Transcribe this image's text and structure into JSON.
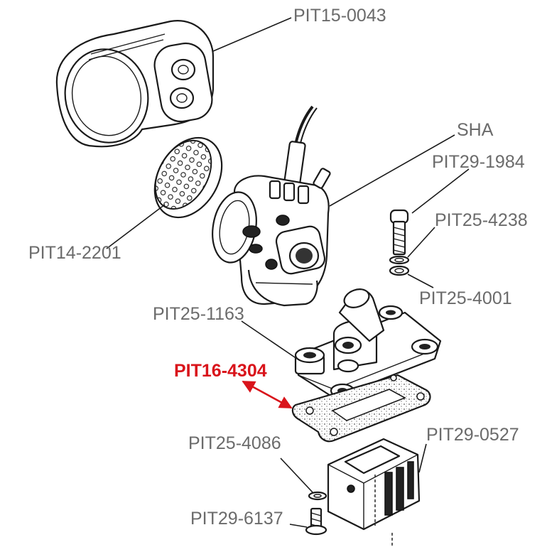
{
  "diagram": {
    "labels": {
      "pit15_0043": "PIT15-0043",
      "sha": "SHA",
      "pit29_1984": "PIT29-1984",
      "pit25_4238": "PIT25-4238",
      "pit14_2201": "PIT14-2201",
      "pit25_4001": "PIT25-4001",
      "pit25_1163": "PIT25-1163",
      "pit16_4304": "PIT16-4304",
      "pit29_0527": "PIT29-0527",
      "pit25_4086": "PIT25-4086",
      "pit29_6137": "PIT29-6137"
    },
    "highlight_color": "#d9141b",
    "label_color": "#6b6b6b"
  }
}
